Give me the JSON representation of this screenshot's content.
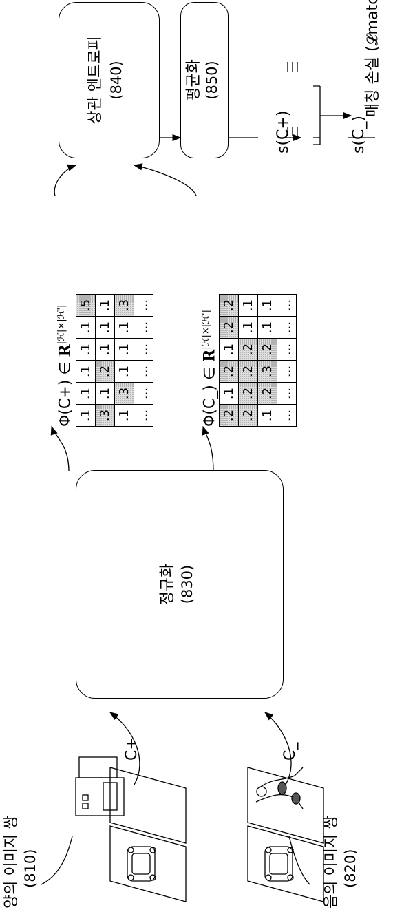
{
  "positive_pair": {
    "label": "양의 이미지 쌍",
    "ref": "(810)",
    "edge": "C+"
  },
  "negative_pair": {
    "label": "음의 이미지 쌍",
    "ref": "(820)",
    "edge": "C_"
  },
  "normalization": {
    "label": "정규화",
    "ref": "(830)"
  },
  "correlation_entropy": {
    "label": "상관 엔트로피",
    "ref": "(840)"
  },
  "averaging": {
    "label": "평균화",
    "ref": "(850)"
  },
  "phi_pos": {
    "label": "Φ(C+)",
    "in": "∈",
    "R": "R",
    "sup": "|ℋ|×|ℋ'|"
  },
  "phi_neg": {
    "label": "Φ(C_)",
    "in": "∈",
    "R": "R",
    "sup": "|ℋ|×|ℋ'|"
  },
  "matrix_pos": [
    [
      ".1",
      ".1",
      ".1",
      ".1",
      ".1",
      ".5"
    ],
    [
      ".3",
      ".1",
      ".2",
      ".1",
      ".1",
      ".1"
    ],
    [
      ".1",
      ".3",
      ".1",
      ".1",
      ".1",
      ".3"
    ],
    [
      "...",
      "...",
      "...",
      "...",
      "...",
      "..."
    ]
  ],
  "matrix_pos_shaded": [
    [
      0,
      5
    ],
    [
      1,
      0
    ],
    [
      1,
      2
    ],
    [
      2,
      1
    ],
    [
      2,
      5
    ]
  ],
  "matrix_neg": [
    [
      ".2",
      ".1",
      ".2",
      ".1",
      ".2",
      ".2"
    ],
    [
      ".2",
      ".2",
      ".2",
      ".2",
      ".1",
      ".1"
    ],
    [
      ".1",
      ".2",
      ".3",
      ".2",
      ".1",
      ".1"
    ],
    [
      "...",
      "...",
      "...",
      "...",
      "...",
      "..."
    ]
  ],
  "matrix_neg_shaded": [
    [
      0,
      0
    ],
    [
      0,
      2
    ],
    [
      0,
      4
    ],
    [
      0,
      5
    ],
    [
      1,
      0
    ],
    [
      1,
      1
    ],
    [
      1,
      2
    ],
    [
      1,
      3
    ],
    [
      2,
      1
    ],
    [
      2,
      2
    ],
    [
      2,
      3
    ]
  ],
  "output_pos": "s(C+)",
  "output_neg": "s(C_)",
  "loss": {
    "label": "매칭 손실",
    "expr": "(𝓛match)"
  }
}
